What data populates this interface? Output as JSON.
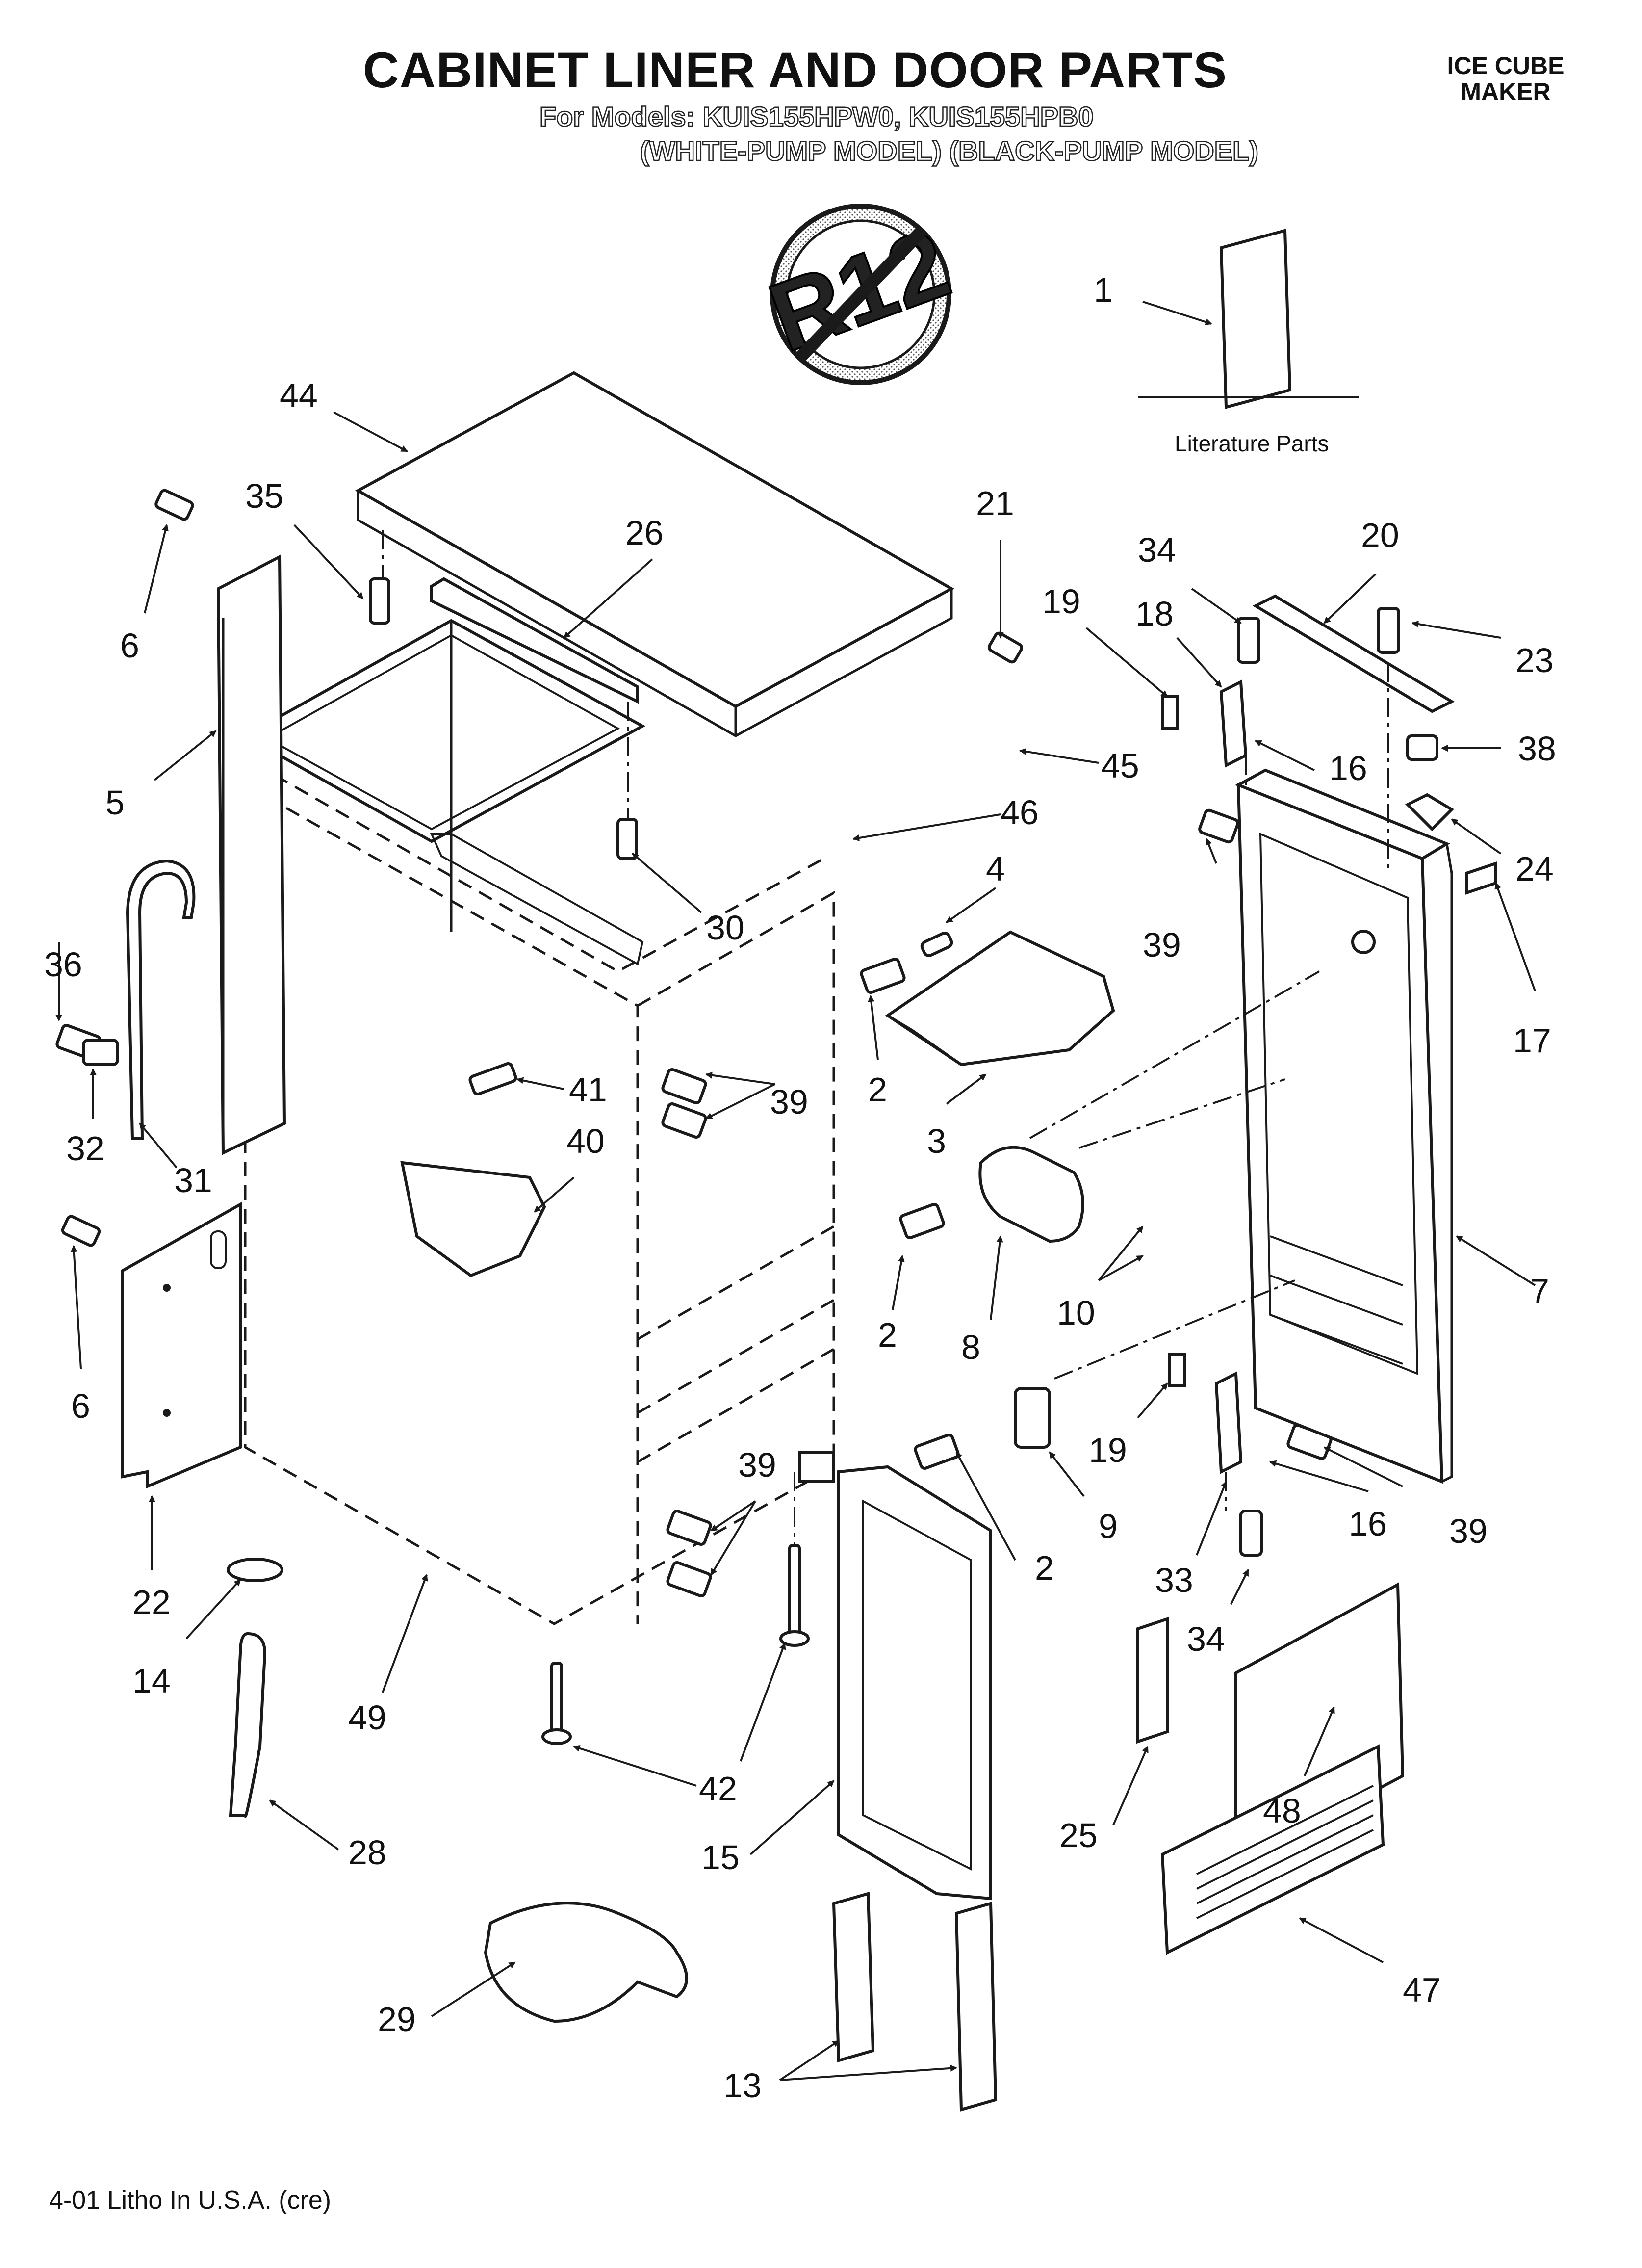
{
  "header": {
    "title": "CABINET LINER AND DOOR PARTS",
    "models_line": "For Models: KUIS155HPW0, KUIS155HPB0",
    "pump_line": "(WHITE-PUMP MODEL) (BLACK-PUMP MODEL)",
    "section": "ICE CUBE MAKER"
  },
  "badge": {
    "text": "R12"
  },
  "literature": {
    "label": "Literature Parts"
  },
  "footer": {
    "litho": "4-01 Litho In U.S.A. (cre)"
  },
  "callouts": [
    {
      "id": "c1",
      "number": "1"
    },
    {
      "id": "c44",
      "number": "44"
    },
    {
      "id": "c35",
      "number": "35"
    },
    {
      "id": "c26",
      "number": "26"
    },
    {
      "id": "c21",
      "number": "21"
    },
    {
      "id": "c6a",
      "number": "6"
    },
    {
      "id": "c34a",
      "number": "34"
    },
    {
      "id": "c20",
      "number": "20"
    },
    {
      "id": "c19a",
      "number": "19"
    },
    {
      "id": "c18",
      "number": "18"
    },
    {
      "id": "c23",
      "number": "23"
    },
    {
      "id": "c5",
      "number": "5"
    },
    {
      "id": "c45",
      "number": "45"
    },
    {
      "id": "c16a",
      "number": "16"
    },
    {
      "id": "c38",
      "number": "38"
    },
    {
      "id": "c46",
      "number": "46"
    },
    {
      "id": "c24",
      "number": "24"
    },
    {
      "id": "c4",
      "number": "4"
    },
    {
      "id": "c30",
      "number": "30"
    },
    {
      "id": "c39a",
      "number": "39"
    },
    {
      "id": "c36",
      "number": "36"
    },
    {
      "id": "c17",
      "number": "17"
    },
    {
      "id": "c41",
      "number": "41"
    },
    {
      "id": "c39b",
      "number": "39"
    },
    {
      "id": "c2a",
      "number": "2"
    },
    {
      "id": "c32",
      "number": "32"
    },
    {
      "id": "c40",
      "number": "40"
    },
    {
      "id": "c3",
      "number": "3"
    },
    {
      "id": "c31",
      "number": "31"
    },
    {
      "id": "c7",
      "number": "7"
    },
    {
      "id": "c10",
      "number": "10"
    },
    {
      "id": "c2b",
      "number": "2"
    },
    {
      "id": "c8",
      "number": "8"
    },
    {
      "id": "c6b",
      "number": "6"
    },
    {
      "id": "c19b",
      "number": "19"
    },
    {
      "id": "c39c",
      "number": "39"
    },
    {
      "id": "c16b",
      "number": "16"
    },
    {
      "id": "c9",
      "number": "9"
    },
    {
      "id": "c39d",
      "number": "39"
    },
    {
      "id": "c2c",
      "number": "2"
    },
    {
      "id": "c33",
      "number": "33"
    },
    {
      "id": "c22",
      "number": "22"
    },
    {
      "id": "c34b",
      "number": "34"
    },
    {
      "id": "c14",
      "number": "14"
    },
    {
      "id": "c49",
      "number": "49"
    },
    {
      "id": "c42",
      "number": "42"
    },
    {
      "id": "c48",
      "number": "48"
    },
    {
      "id": "c25",
      "number": "25"
    },
    {
      "id": "c28",
      "number": "28"
    },
    {
      "id": "c15",
      "number": "15"
    },
    {
      "id": "c47",
      "number": "47"
    },
    {
      "id": "c29",
      "number": "29"
    },
    {
      "id": "c13",
      "number": "13"
    }
  ]
}
